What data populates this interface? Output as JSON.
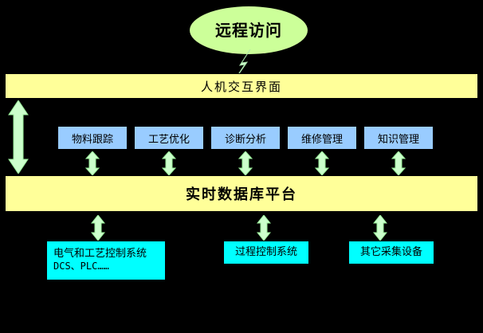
{
  "diagram": {
    "title_node": {
      "label": "远程访问",
      "shape": "ellipse",
      "color": "#CCFF99"
    },
    "connector": {
      "name": "lightning-bolt",
      "color": "#CCFF99"
    },
    "layers": {
      "interface_bar": {
        "label": "人机交互界面",
        "color": "#FFFF99"
      },
      "platform_bar": {
        "label": "实时数据库平台",
        "color": "#FFFF99"
      }
    },
    "function_modules": [
      {
        "label": "物料跟踪"
      },
      {
        "label": "工艺优化"
      },
      {
        "label": "诊断分析"
      },
      {
        "label": "维修管理"
      },
      {
        "label": "知识管理"
      }
    ],
    "function_module_color": "#99CCFF",
    "data_sources": [
      {
        "line1": "电气和工艺控制系统",
        "line2": "DCS、PLC……"
      },
      {
        "line1": "过程控制系统",
        "line2": ""
      },
      {
        "line1": "其它采集设备",
        "line2": ""
      }
    ],
    "data_source_color": "#00FFFF",
    "arrow_color": "#CCFFCC",
    "arrow_edge_color": "#99EE99",
    "background": "#000000"
  }
}
